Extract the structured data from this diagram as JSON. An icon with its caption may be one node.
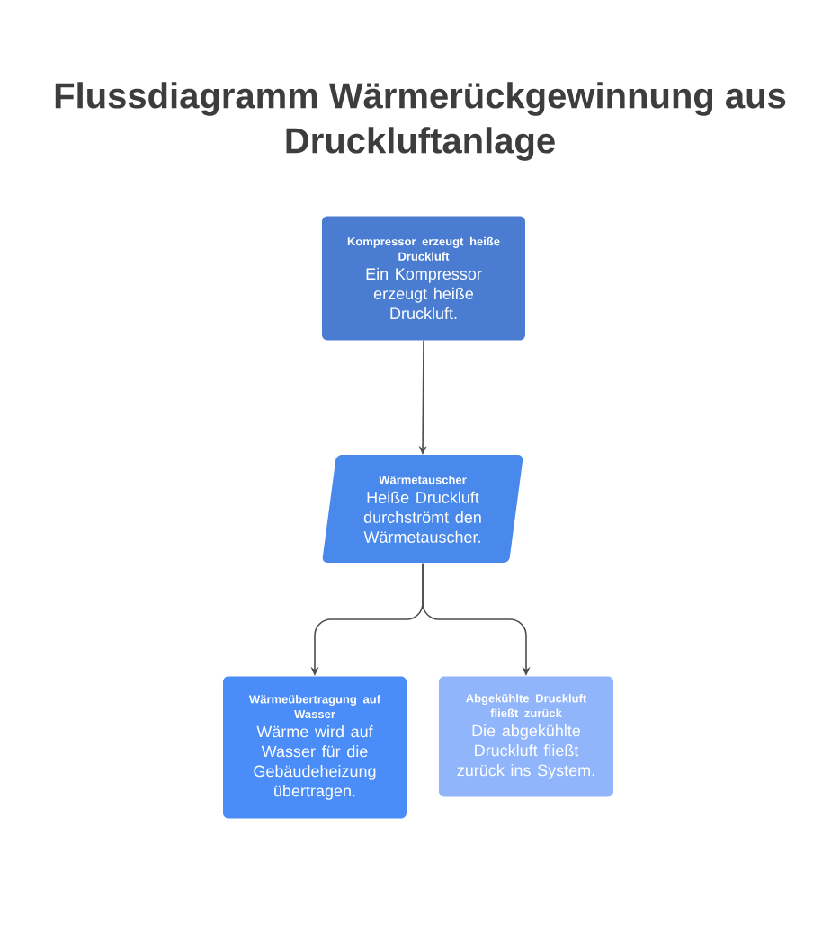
{
  "diagram": {
    "title": "Flussdiagramm Wärmerückgewinnung aus Druckluftanlage",
    "nodes": [
      {
        "text": [
          "Kompressor erzeugt heiße Druckluft",
          "Ein Kompressor erzeugt heiße Druckluft."
        ]
      },
      {
        "text": [
          "Wärmetauscher",
          "Heiße Druckluft durchströmt den Wärmetauscher."
        ]
      },
      {
        "text": [
          "Wärmeübertragung auf Wasser",
          "Wärme wird auf Wasser für die Gebäudeheizung übertragen."
        ]
      },
      {
        "text": [
          "Abgekühlte Druckluft fließt zurück",
          "Die abgekühlte Druckluft fließt zurück ins System."
        ]
      }
    ],
    "edges": [
      {
        "from": 0,
        "to": 1,
        "arrow": "to"
      },
      {
        "from": 1,
        "to": 2,
        "arrow": "to"
      },
      {
        "from": 1,
        "to": 3,
        "arrow": "to"
      }
    ]
  }
}
